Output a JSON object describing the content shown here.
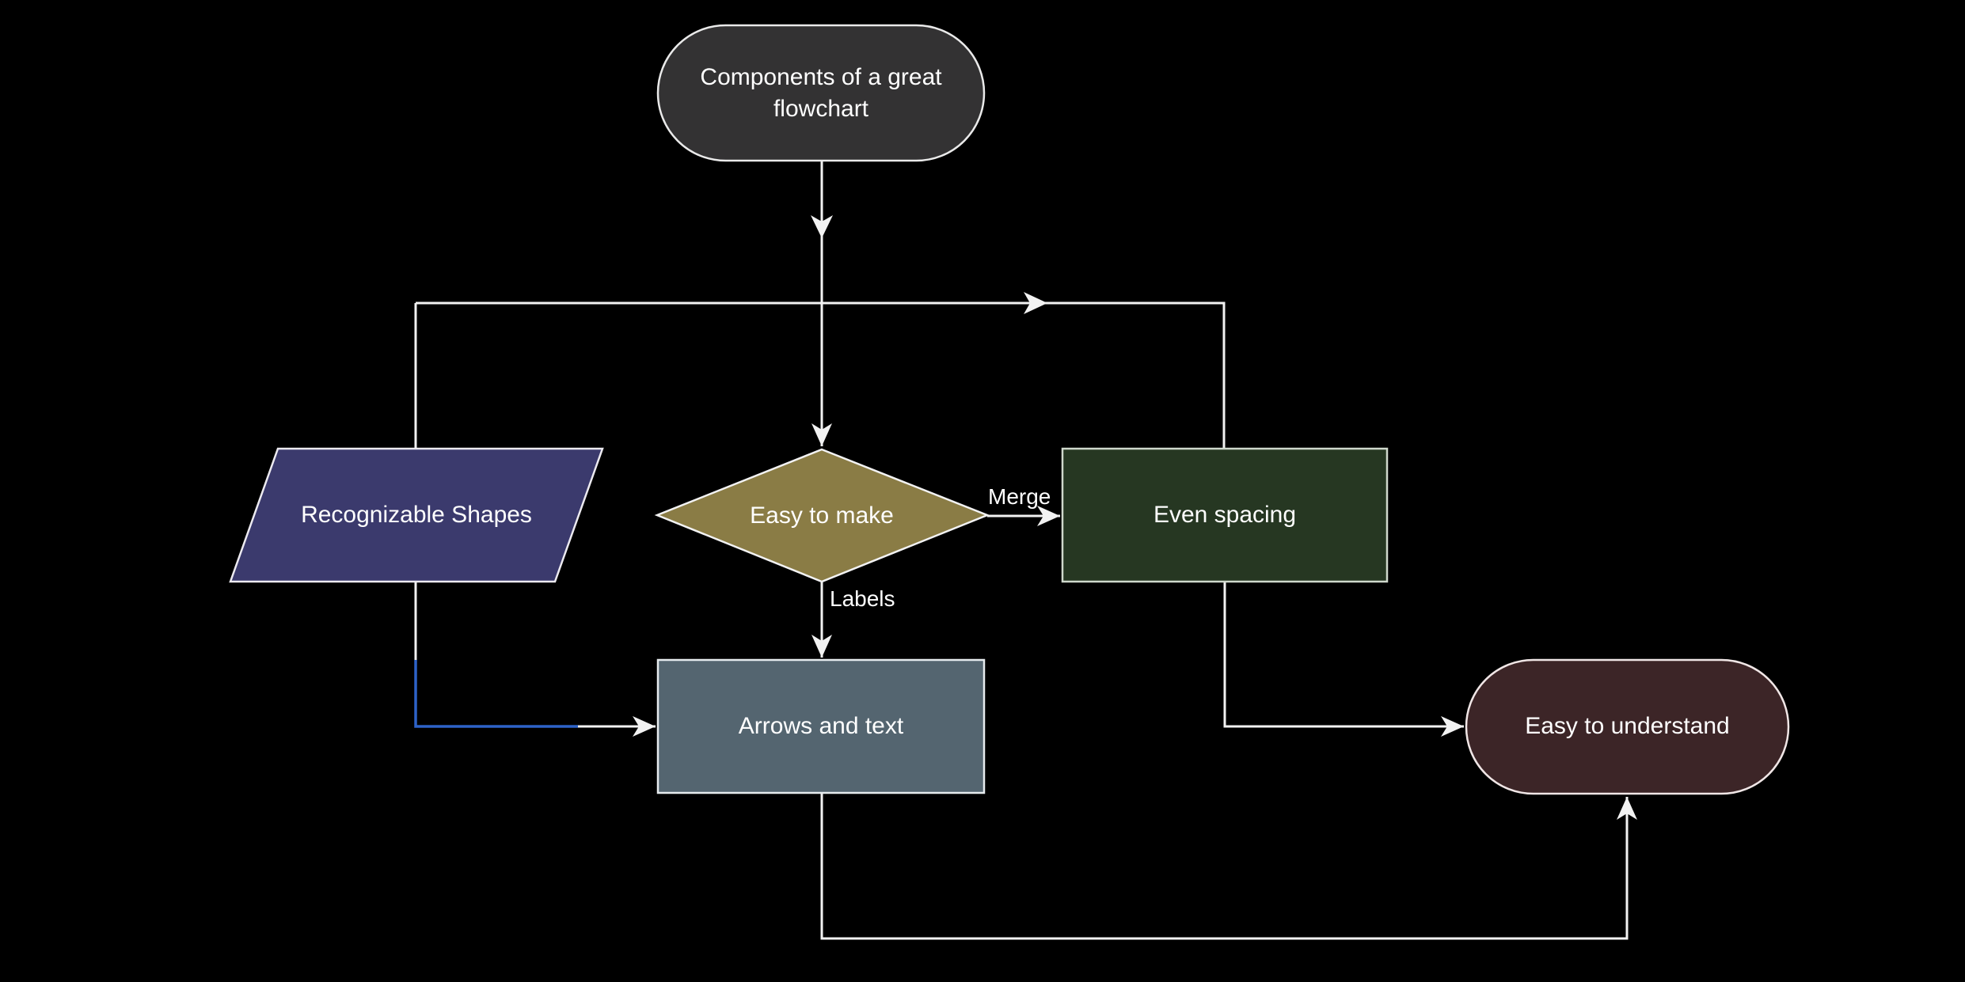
{
  "diagram_type": "flowchart",
  "background": "#000000",
  "nodes": {
    "start": {
      "label": "Components of a great flowchart",
      "shape": "stadium",
      "fill": "#333233",
      "stroke": "#eaeaea"
    },
    "recognizable_shapes": {
      "label": "Recognizable Shapes",
      "shape": "parallelogram",
      "fill": "#3b3a6d",
      "stroke": "#eceaf0"
    },
    "easy_to_make": {
      "label": "Easy to make",
      "shape": "diamond",
      "fill": "#8a7c45",
      "stroke": "#f2f2f2"
    },
    "even_spacing": {
      "label": "Even spacing",
      "shape": "rectangle",
      "fill": "#263722",
      "stroke": "#cfd8cc"
    },
    "arrows_and_text": {
      "label": "Arrows and text",
      "shape": "rectangle",
      "fill": "#546570",
      "stroke": "#e6ebee"
    },
    "easy_to_understand": {
      "label": "Easy to understand",
      "shape": "stadium",
      "fill": "#3c2527",
      "stroke": "#f0e6e6"
    }
  },
  "edge_labels": {
    "merge": "Merge",
    "labels": "Labels"
  },
  "edges": [
    {
      "from": "start",
      "to": "easy_to_make",
      "label": ""
    },
    {
      "from": "start",
      "to": "even_spacing",
      "label": ""
    },
    {
      "from": "start",
      "to": "arrows_and_text",
      "label": "",
      "highlight": "partial-blue"
    },
    {
      "from": "easy_to_make",
      "to": "even_spacing",
      "label": "Merge"
    },
    {
      "from": "easy_to_make",
      "to": "arrows_and_text",
      "label": "Labels"
    },
    {
      "from": "even_spacing",
      "to": "easy_to_understand",
      "label": ""
    },
    {
      "from": "arrows_and_text",
      "to": "easy_to_understand",
      "label": ""
    }
  ],
  "colors": {
    "background": "#000000",
    "edge": "#f2f2f2",
    "edge_highlight": "#2e62c8",
    "text": "#ffffff"
  }
}
